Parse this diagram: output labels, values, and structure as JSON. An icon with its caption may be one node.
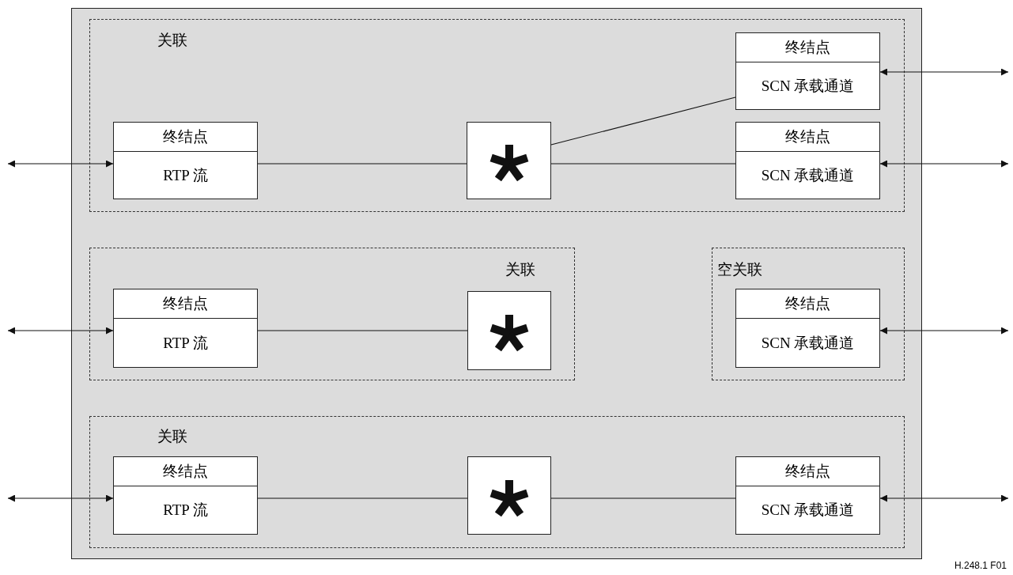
{
  "diagram": {
    "nodes": [
      {
        "text": [],
        "shape": "box"
      },
      {
        "text": [
          "关联"
        ],
        "in": 0
      },
      {
        "text": [
          "终结点",
          "RTP 流"
        ],
        "in": 1
      },
      {
        "text": [],
        "shape": "box",
        "in": 1
      },
      {
        "text": [
          "终结点",
          "SCN 承载通道"
        ],
        "in": 1
      },
      {
        "text": [
          "终结点",
          "SCN 承载通道"
        ],
        "in": 1
      },
      {
        "text": [
          "关联"
        ],
        "in": 0
      },
      {
        "text": [
          "终结点",
          "RTP 流"
        ],
        "in": 6
      },
      {
        "text": [],
        "shape": "box",
        "in": 6
      },
      {
        "text": [
          "空关联"
        ],
        "in": 0
      },
      {
        "text": [
          "终结点",
          "SCN 承载通道"
        ],
        "in": 9
      },
      {
        "text": [
          "关联"
        ],
        "in": 0
      },
      {
        "text": [
          "终结点",
          "RTP 流"
        ],
        "in": 11
      },
      {
        "text": [],
        "shape": "box",
        "in": 11
      },
      {
        "text": [
          "终结点",
          "SCN 承载通道"
        ],
        "in": 11
      }
    ],
    "edges": [
      {
        "from": null,
        "to": 2,
        "arrow": "both"
      },
      {
        "from": 2,
        "to": 3,
        "arrow": "none"
      },
      {
        "from": 3,
        "to": 4,
        "arrow": "none"
      },
      {
        "from": 3,
        "to": 5,
        "arrow": "none"
      },
      {
        "from": 4,
        "to": null,
        "arrow": "both"
      },
      {
        "from": 5,
        "to": null,
        "arrow": "both"
      },
      {
        "from": null,
        "to": 7,
        "arrow": "both"
      },
      {
        "from": 7,
        "to": 8,
        "arrow": "none"
      },
      {
        "from": 10,
        "to": null,
        "arrow": "both"
      },
      {
        "from": null,
        "to": 12,
        "arrow": "both"
      },
      {
        "from": 12,
        "to": 13,
        "arrow": "none"
      },
      {
        "from": 13,
        "to": 14,
        "arrow": "none"
      },
      {
        "from": 14,
        "to": null,
        "arrow": "both"
      }
    ],
    "labels": [
      "H.248.1  F01"
    ]
  }
}
